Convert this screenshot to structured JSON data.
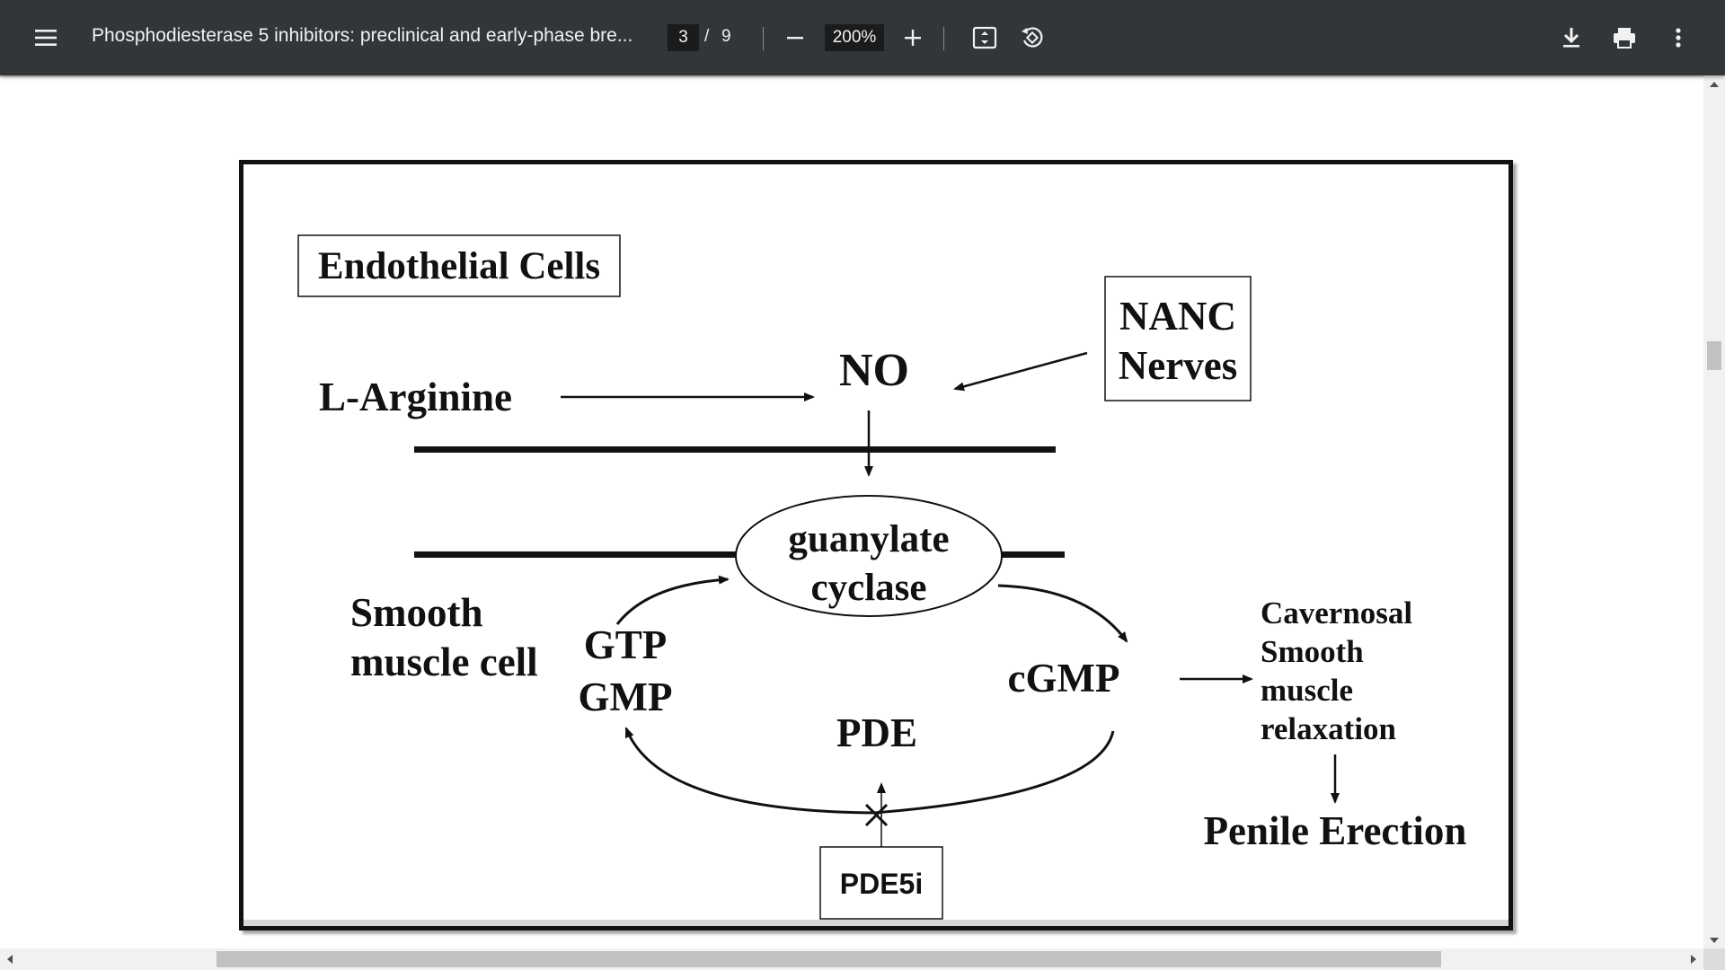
{
  "toolbar": {
    "document_title": "Phosphodiesterase 5 inhibitors: preclinical and early-phase bre...",
    "current_page": "3",
    "page_separator": "/",
    "total_pages": "9",
    "zoom_level": "200%",
    "icons": {
      "menu": "menu-icon",
      "zoom_out": "minus-icon",
      "zoom_in": "plus-icon",
      "fit": "fit-to-page-icon",
      "rotate": "rotate-icon",
      "download": "download-icon",
      "print": "print-icon",
      "more": "more-vert-icon"
    }
  },
  "figure": {
    "endothelial_label": "Endothelial Cells",
    "nanc_line1": "NANC",
    "nanc_line2": "Nerves",
    "no_label": "NO",
    "l_arginine": "L-Arginine",
    "guanylate_line1": "guanylate",
    "guanylate_line2": "cyclase",
    "smooth_line1": "Smooth",
    "smooth_line2": "muscle cell",
    "gtp": "GTP",
    "gmp": "GMP",
    "cgmp": "cGMP",
    "pde": "PDE",
    "pde5i": "PDE5i",
    "relax_line1": "Cavernosal",
    "relax_line2": "Smooth",
    "relax_line3": "muscle",
    "relax_line4": "relaxation",
    "penile_erection": "Penile Erection"
  },
  "colors": {
    "toolbar_bg": "#323639",
    "toolbar_text": "#f1f1f1",
    "input_bg": "#191b1c",
    "ink": "#111111"
  }
}
